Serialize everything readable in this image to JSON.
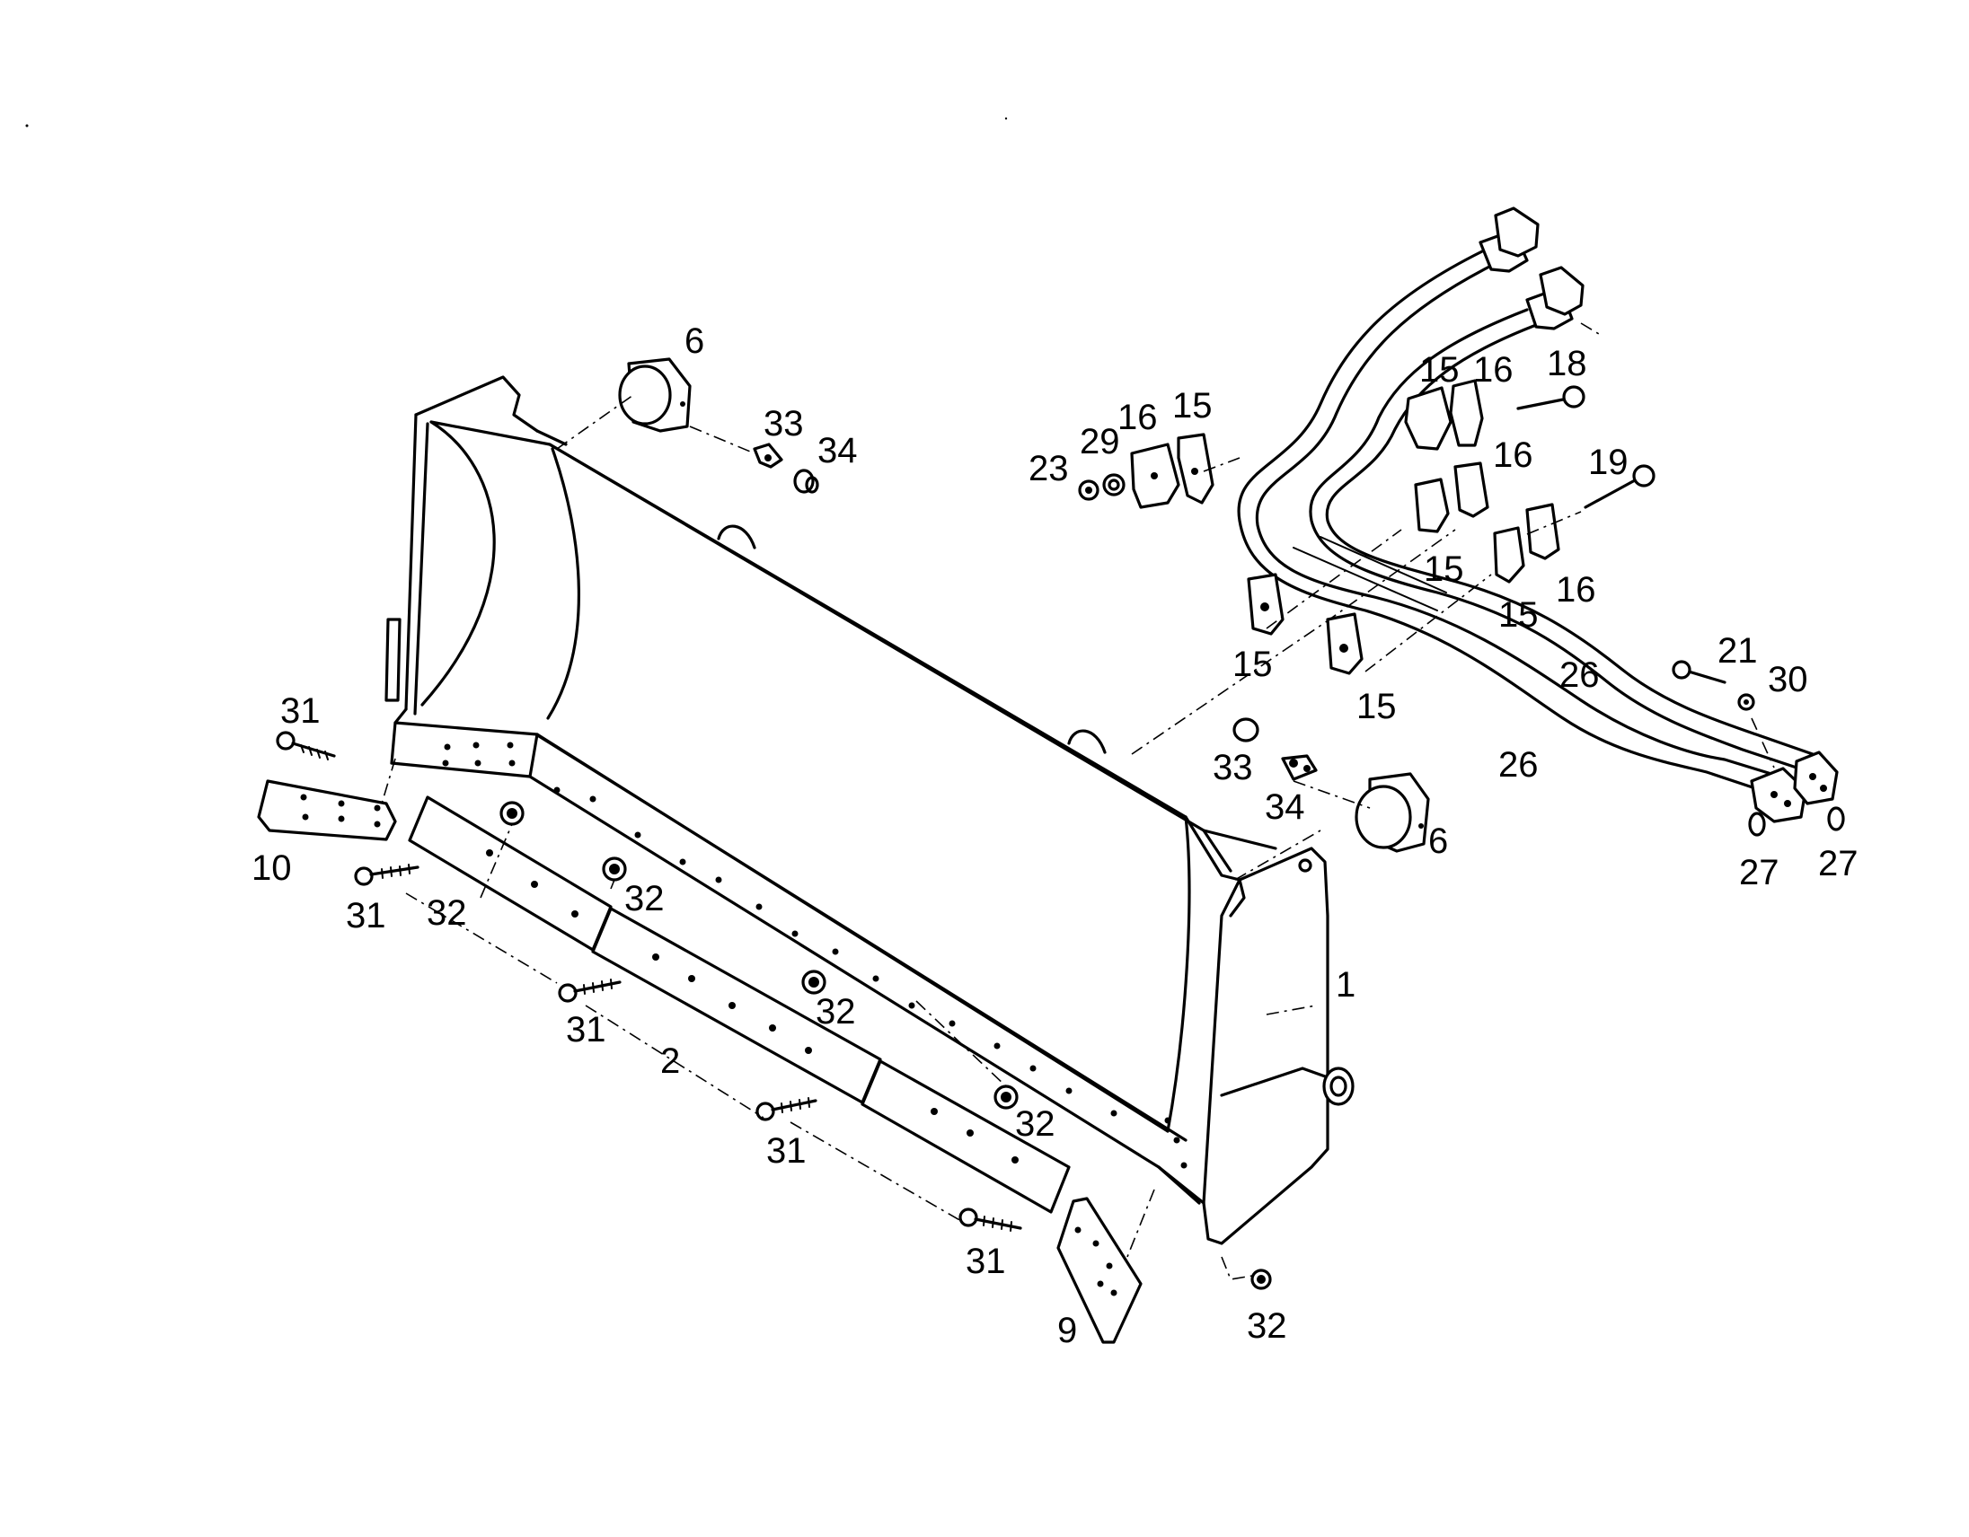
{
  "labels": [
    {
      "id": "lbl-6-left",
      "text": "6"
    },
    {
      "id": "lbl-33-left",
      "text": "33"
    },
    {
      "id": "lbl-34-left",
      "text": "34"
    },
    {
      "id": "lbl-23",
      "text": "23"
    },
    {
      "id": "lbl-29",
      "text": "29"
    },
    {
      "id": "lbl-16-a",
      "text": "16"
    },
    {
      "id": "lbl-15-a",
      "text": "15"
    },
    {
      "id": "lbl-15-b",
      "text": "15"
    },
    {
      "id": "lbl-16-b",
      "text": "16"
    },
    {
      "id": "lbl-18",
      "text": "18"
    },
    {
      "id": "lbl-16-c",
      "text": "16"
    },
    {
      "id": "lbl-19",
      "text": "19"
    },
    {
      "id": "lbl-15-c",
      "text": "15"
    },
    {
      "id": "lbl-16-d",
      "text": "16"
    },
    {
      "id": "lbl-15-d",
      "text": "15"
    },
    {
      "id": "lbl-15-e",
      "text": "15"
    },
    {
      "id": "lbl-15-f",
      "text": "15"
    },
    {
      "id": "lbl-26-a",
      "text": "26"
    },
    {
      "id": "lbl-21",
      "text": "21"
    },
    {
      "id": "lbl-30",
      "text": "30"
    },
    {
      "id": "lbl-26-b",
      "text": "26"
    },
    {
      "id": "lbl-33-right",
      "text": "33"
    },
    {
      "id": "lbl-34-right",
      "text": "34"
    },
    {
      "id": "lbl-6-right",
      "text": "6"
    },
    {
      "id": "lbl-27-a",
      "text": "27"
    },
    {
      "id": "lbl-27-b",
      "text": "27"
    },
    {
      "id": "lbl-1",
      "text": "1"
    },
    {
      "id": "lbl-31-a",
      "text": "31"
    },
    {
      "id": "lbl-10",
      "text": "10"
    },
    {
      "id": "lbl-31-b",
      "text": "31"
    },
    {
      "id": "lbl-32-a",
      "text": "32"
    },
    {
      "id": "lbl-32-b",
      "text": "32"
    },
    {
      "id": "lbl-32-c",
      "text": "32"
    },
    {
      "id": "lbl-31-c",
      "text": "31"
    },
    {
      "id": "lbl-2",
      "text": "2"
    },
    {
      "id": "lbl-32-d",
      "text": "32"
    },
    {
      "id": "lbl-31-d",
      "text": "31"
    },
    {
      "id": "lbl-31-e",
      "text": "31"
    },
    {
      "id": "lbl-9",
      "text": "9"
    },
    {
      "id": "lbl-32-e",
      "text": "32"
    }
  ]
}
